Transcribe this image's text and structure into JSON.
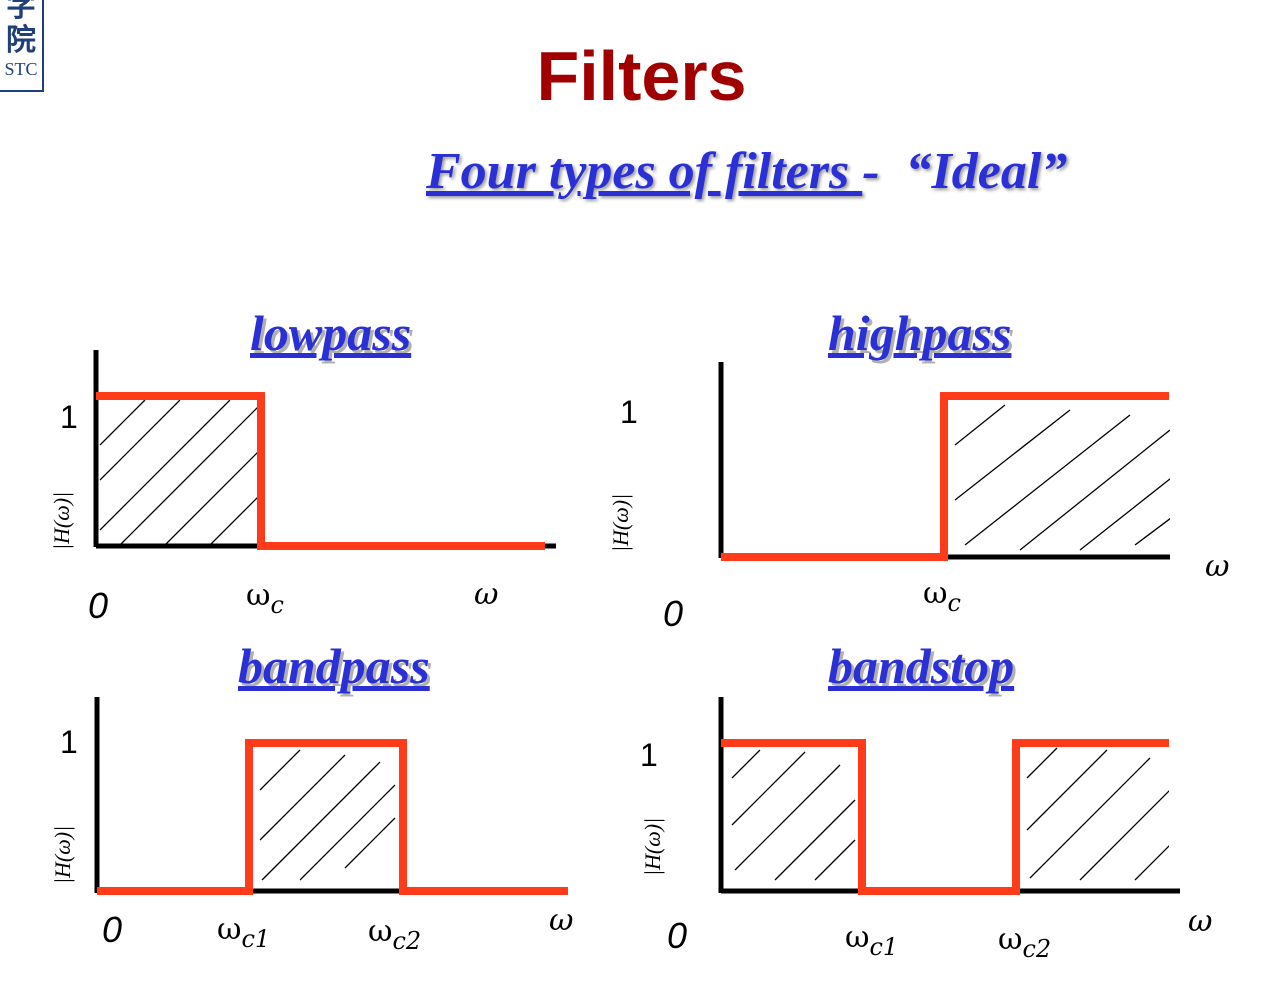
{
  "logo": {
    "char1": "字",
    "char2": "院",
    "letters": "STC"
  },
  "title": "Filters",
  "subtitle": {
    "underlined": "Four types of filters ",
    "rest": "-  “Ideal”"
  },
  "panels": [
    {
      "key": "lowpass",
      "title": "lowpass",
      "y_label": "|H(ω)|",
      "y_tick": "1",
      "origin": "0",
      "x_label": "ω",
      "cutoffs": [
        {
          "sym": "ω",
          "sub": "c"
        }
      ]
    },
    {
      "key": "highpass",
      "title": "highpass",
      "y_label": "|H(ω)|",
      "y_tick": "1",
      "origin": "0",
      "x_label": "ω",
      "cutoffs": [
        {
          "sym": "ω",
          "sub": "c"
        }
      ]
    },
    {
      "key": "bandpass",
      "title": "bandpass",
      "y_label": "|H(ω)|",
      "y_tick": "1",
      "origin": "0",
      "x_label": "ω",
      "cutoffs": [
        {
          "sym": "ω",
          "sub": "c1"
        },
        {
          "sym": "ω",
          "sub": "c2"
        }
      ]
    },
    {
      "key": "bandstop",
      "title": "bandstop",
      "y_label": "|H(ω)|",
      "y_tick": "1",
      "origin": "0",
      "x_label": "ω",
      "cutoffs": [
        {
          "sym": "ω",
          "sub": "c1"
        },
        {
          "sym": "ω",
          "sub": "c2"
        }
      ]
    }
  ],
  "colors": {
    "title": "#a00000",
    "heading": "#2b2fd6",
    "response": "#ff3b1a",
    "axis": "#000000",
    "hatch": "#000000"
  }
}
